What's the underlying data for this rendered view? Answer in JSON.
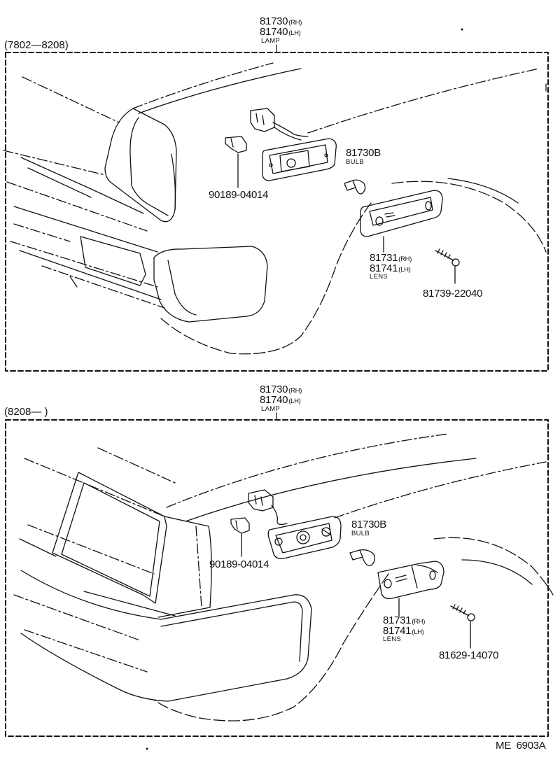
{
  "panels": [
    {
      "range": "(7802—8208)",
      "lamp": {
        "rh": "81730",
        "rh_suffix": "(RH)",
        "lh": "81740",
        "lh_suffix": "(LH)",
        "name": "LAMP"
      },
      "bulb": {
        "number": "81730B",
        "name": "BULB"
      },
      "lens": {
        "rh": "81731",
        "rh_suffix": "(RH)",
        "lh": "81741",
        "lh_suffix": "(LH)",
        "name": "LENS"
      },
      "socket_part": "90189-04014",
      "screw_part": "81739-22040"
    },
    {
      "range": "(8208—        )",
      "lamp": {
        "rh": "81730",
        "rh_suffix": "(RH)",
        "lh": "81740",
        "lh_suffix": "(LH)",
        "name": "LAMP"
      },
      "bulb": {
        "number": "81730B",
        "name": "BULB"
      },
      "lens": {
        "rh": "81731",
        "rh_suffix": "(RH)",
        "lh": "81741",
        "lh_suffix": "(LH)",
        "name": "LENS"
      },
      "socket_part": "90189-04014",
      "screw_part": "81629-14070"
    }
  ],
  "figure_code": "ME  6903A"
}
